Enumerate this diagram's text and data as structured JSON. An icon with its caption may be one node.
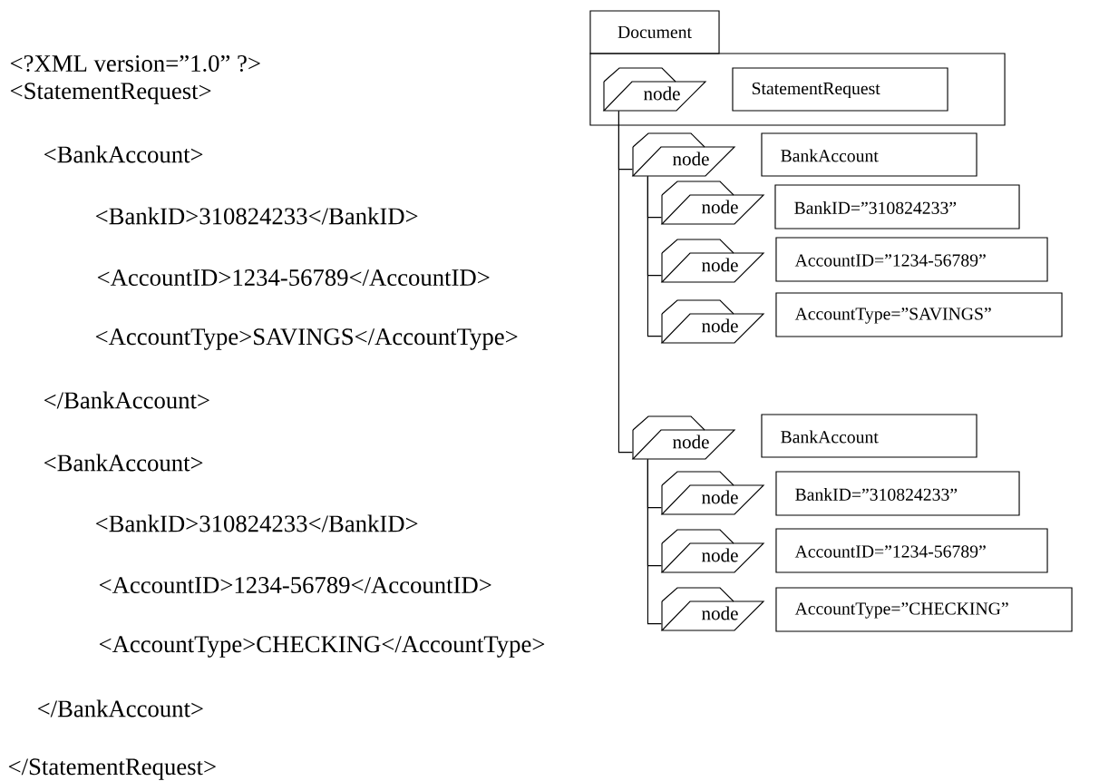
{
  "diagram": {
    "nodes": [
      {
        "text": [
          "Document"
        ]
      },
      {
        "text": [
          "node"
        ],
        "in": 0
      },
      {
        "text": [
          "StatementRequest"
        ],
        "in": 0
      },
      {
        "text": [
          "node"
        ]
      },
      {
        "text": [
          "BankAccount"
        ]
      },
      {
        "text": [
          "node"
        ]
      },
      {
        "text": [
          "BankID=”310824233”"
        ]
      },
      {
        "text": [
          "node"
        ]
      },
      {
        "text": [
          "AccountID=”1234-56789”"
        ]
      },
      {
        "text": [
          "node"
        ]
      },
      {
        "text": [
          "AccountType=”SAVINGS”"
        ]
      },
      {
        "text": [
          "node"
        ]
      },
      {
        "text": [
          "BankAccount"
        ]
      },
      {
        "text": [
          "node"
        ]
      },
      {
        "text": [
          "BankID=”310824233”"
        ]
      },
      {
        "text": [
          "node"
        ]
      },
      {
        "text": [
          "AccountID=”1234-56789”"
        ]
      },
      {
        "text": [
          "node"
        ]
      },
      {
        "text": [
          "AccountType=”CHECKING”"
        ]
      }
    ],
    "edges": [
      {
        "from": 1,
        "to": 3,
        "arrow": "none"
      },
      {
        "from": 1,
        "to": 11,
        "arrow": "none"
      },
      {
        "from": 3,
        "to": 5,
        "arrow": "none"
      },
      {
        "from": 3,
        "to": 7,
        "arrow": "none"
      },
      {
        "from": 3,
        "to": 9,
        "arrow": "none"
      },
      {
        "from": 11,
        "to": 13,
        "arrow": "none"
      },
      {
        "from": 11,
        "to": 15,
        "arrow": "none"
      },
      {
        "from": 11,
        "to": 17,
        "arrow": "none"
      }
    ],
    "labels": [
      "<?XML version=”1.0” ?>",
      "<StatementRequest>",
      "<BankAccount>",
      "<BankID>310824233</BankID>",
      "<AccountID>1234-56789</AccountID>",
      "<AccountType>SAVINGS</AccountType>",
      "</BankAccount>",
      "<BankAccount>",
      "<BankID>310824233</BankID>",
      "<AccountID>1234-56789</AccountID>",
      "<AccountType>CHECKING</AccountType>",
      "</BankAccount>",
      "</StatementRequest>"
    ]
  }
}
